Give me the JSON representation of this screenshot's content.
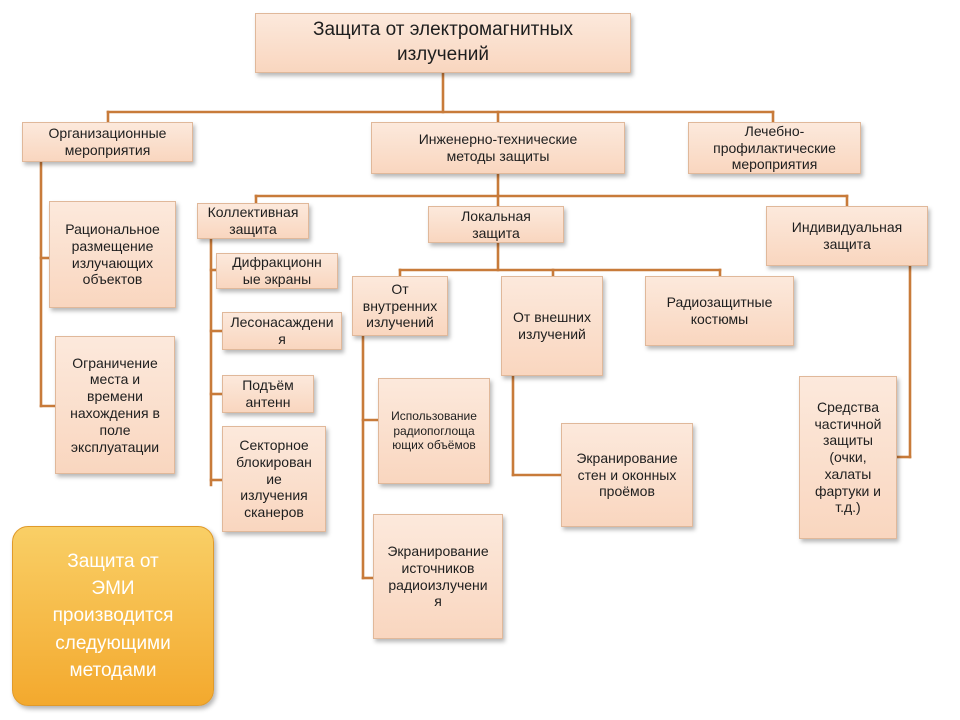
{
  "colors": {
    "box_fill": "#f9d6bf",
    "box_border": "#e0b89a",
    "connector": "#c87b3a",
    "note_fill": "#f3a92e",
    "note_text": "#ffffff"
  },
  "root": "Защита от электромагнитных\nизлучений",
  "level1": {
    "organizational": "Организационные\nмероприятия",
    "engineering": "Инженерно-технические\nметоды защиты",
    "medical": "Лечебно-\nпрофилактические\nмероприятия"
  },
  "organizational_items": {
    "placement": "Рациональное\nразмещение\nизлучающих\nобъектов",
    "restriction": "Ограничение\nместа и\nвремени\nнахождения в\nполе\nэксплуатации"
  },
  "engineering": {
    "collective": "Коллективная\nзащита",
    "local": "Локальная\nзащита",
    "individual": "Индивидуальная\nзащита"
  },
  "collective_items": {
    "diffraction": "Дифракционн\nые экраны",
    "forest": "Лесонасаждени\nя",
    "antenna": "Подъём\nантенн",
    "sector": "Секторное\nблокирован\nие\nизлучения\nсканеров"
  },
  "local": {
    "internal": "От\nвнутренних\nизлучений",
    "external": "От внешних\nизлучений",
    "suits": "Радиозащитные\nкостюмы"
  },
  "internal_items": {
    "absorbing": "Использование\nрадиопоглоща\nющих объёмов",
    "shielding_sources": "Экранирование\nисточников\nрадиоизлучени\nя"
  },
  "external_items": {
    "shielding_walls": "Экранирование\nстен и оконных\nпроёмов"
  },
  "individual_items": {
    "partial": "Средства\nчастичной\nзащиты\n(очки,\nхалаты\nфартуки и\nт.д.)"
  },
  "note": "Защита от\nЭМИ\nпроизводится\nследующими\nметодами"
}
